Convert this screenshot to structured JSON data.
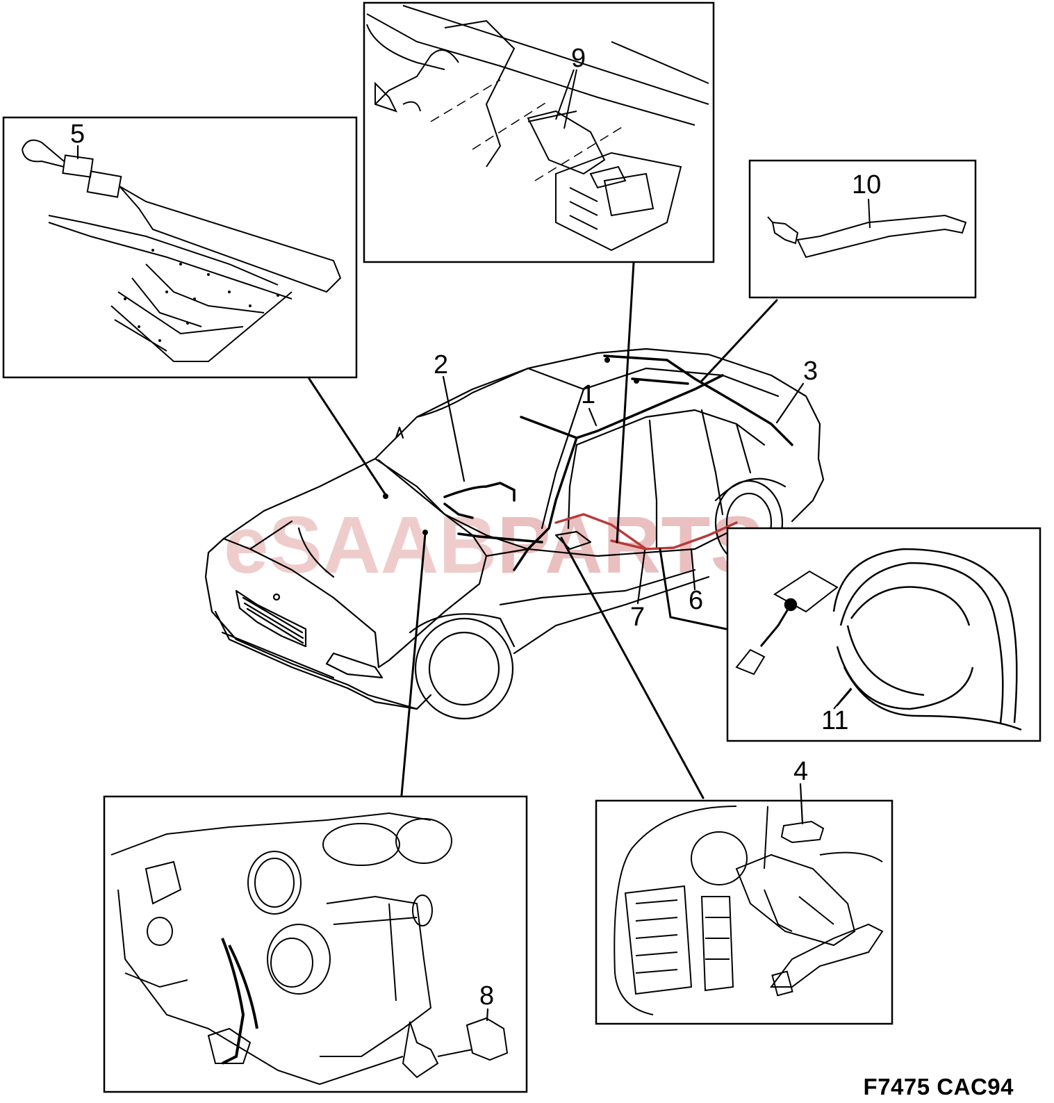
{
  "callouts": [
    "1",
    "2",
    "3",
    "4",
    "5",
    "6",
    "7",
    "8",
    "9",
    "10",
    "11"
  ],
  "figure_code": "F7475 CAC94",
  "watermark": {
    "e": "e",
    "saab": "SAAB",
    "parts": "PARTS",
    "color": "#e0a0a0"
  },
  "colors": {
    "line": "#000000",
    "harness_red": "#b83a3a",
    "background": "#ffffff"
  }
}
